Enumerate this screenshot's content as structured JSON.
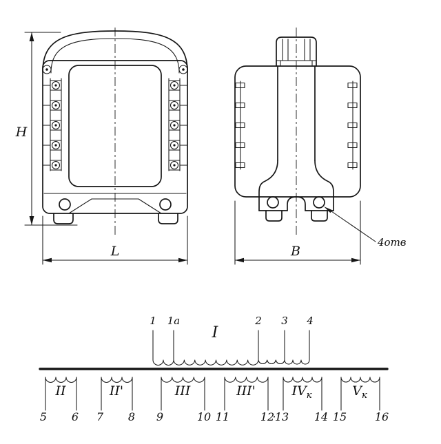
{
  "drawing": {
    "front_view": {
      "height_dim": "H",
      "width_dim": "L"
    },
    "side_view": {
      "depth_dim": "B",
      "holes_note": "4отв"
    }
  },
  "schematic": {
    "primary": {
      "label": "I",
      "terminal_1": "1",
      "terminal_1a": "1а",
      "terminal_2": "2",
      "terminal_3": "3",
      "terminal_4": "4"
    },
    "separator_dot": "·",
    "windings": [
      {
        "label": "II",
        "sub": "",
        "term_start": "5",
        "term_end": "6"
      },
      {
        "label": "II'",
        "sub": "",
        "term_start": "7",
        "term_end": "8"
      },
      {
        "label": "III",
        "sub": "",
        "term_start": "9",
        "term_end": "10"
      },
      {
        "label": "III'",
        "sub": "",
        "term_start": "11",
        "term_end": "12"
      },
      {
        "label": "IV",
        "sub": "к",
        "term_start": "13",
        "term_end": "14"
      },
      {
        "label": "V",
        "sub": "к",
        "term_start": "15",
        "term_end": "16"
      }
    ]
  }
}
